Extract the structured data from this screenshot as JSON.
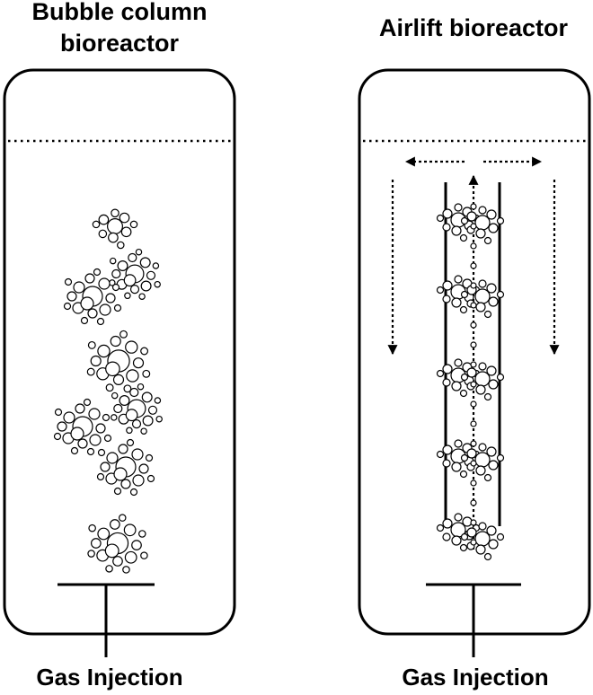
{
  "bubble_column": {
    "title_line1": "Bubble column",
    "title_line2": "bioreactor",
    "inlet_label": "Gas Injection"
  },
  "airlift": {
    "title": "Airlift bioreactor",
    "inlet_label": "Gas Injection"
  }
}
